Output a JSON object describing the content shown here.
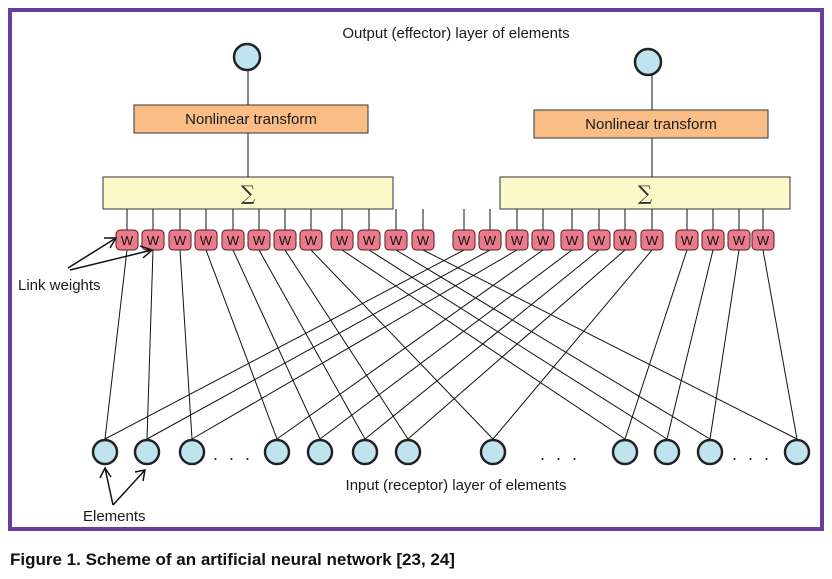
{
  "output_layer_label": "Output (effector) layer of elements",
  "input_layer_label": "Input (receptor) layer of elements",
  "link_weights_label": "Link weights",
  "elements_label": "Elements",
  "transform_label": "Nonlinear transform",
  "sum_symbol": "∑",
  "weight_symbol": "W",
  "ellipsis": ". . .",
  "caption": "Figure 1. Scheme of an artificial neural network [23, 24]",
  "colors": {
    "frame": "#6a3d9a",
    "node_fill": "#bfe3ef",
    "transform_fill": "#f9bd85",
    "sum_fill": "#fbfbc9",
    "weight_fill": "#e97b8b",
    "line": "#111111"
  }
}
